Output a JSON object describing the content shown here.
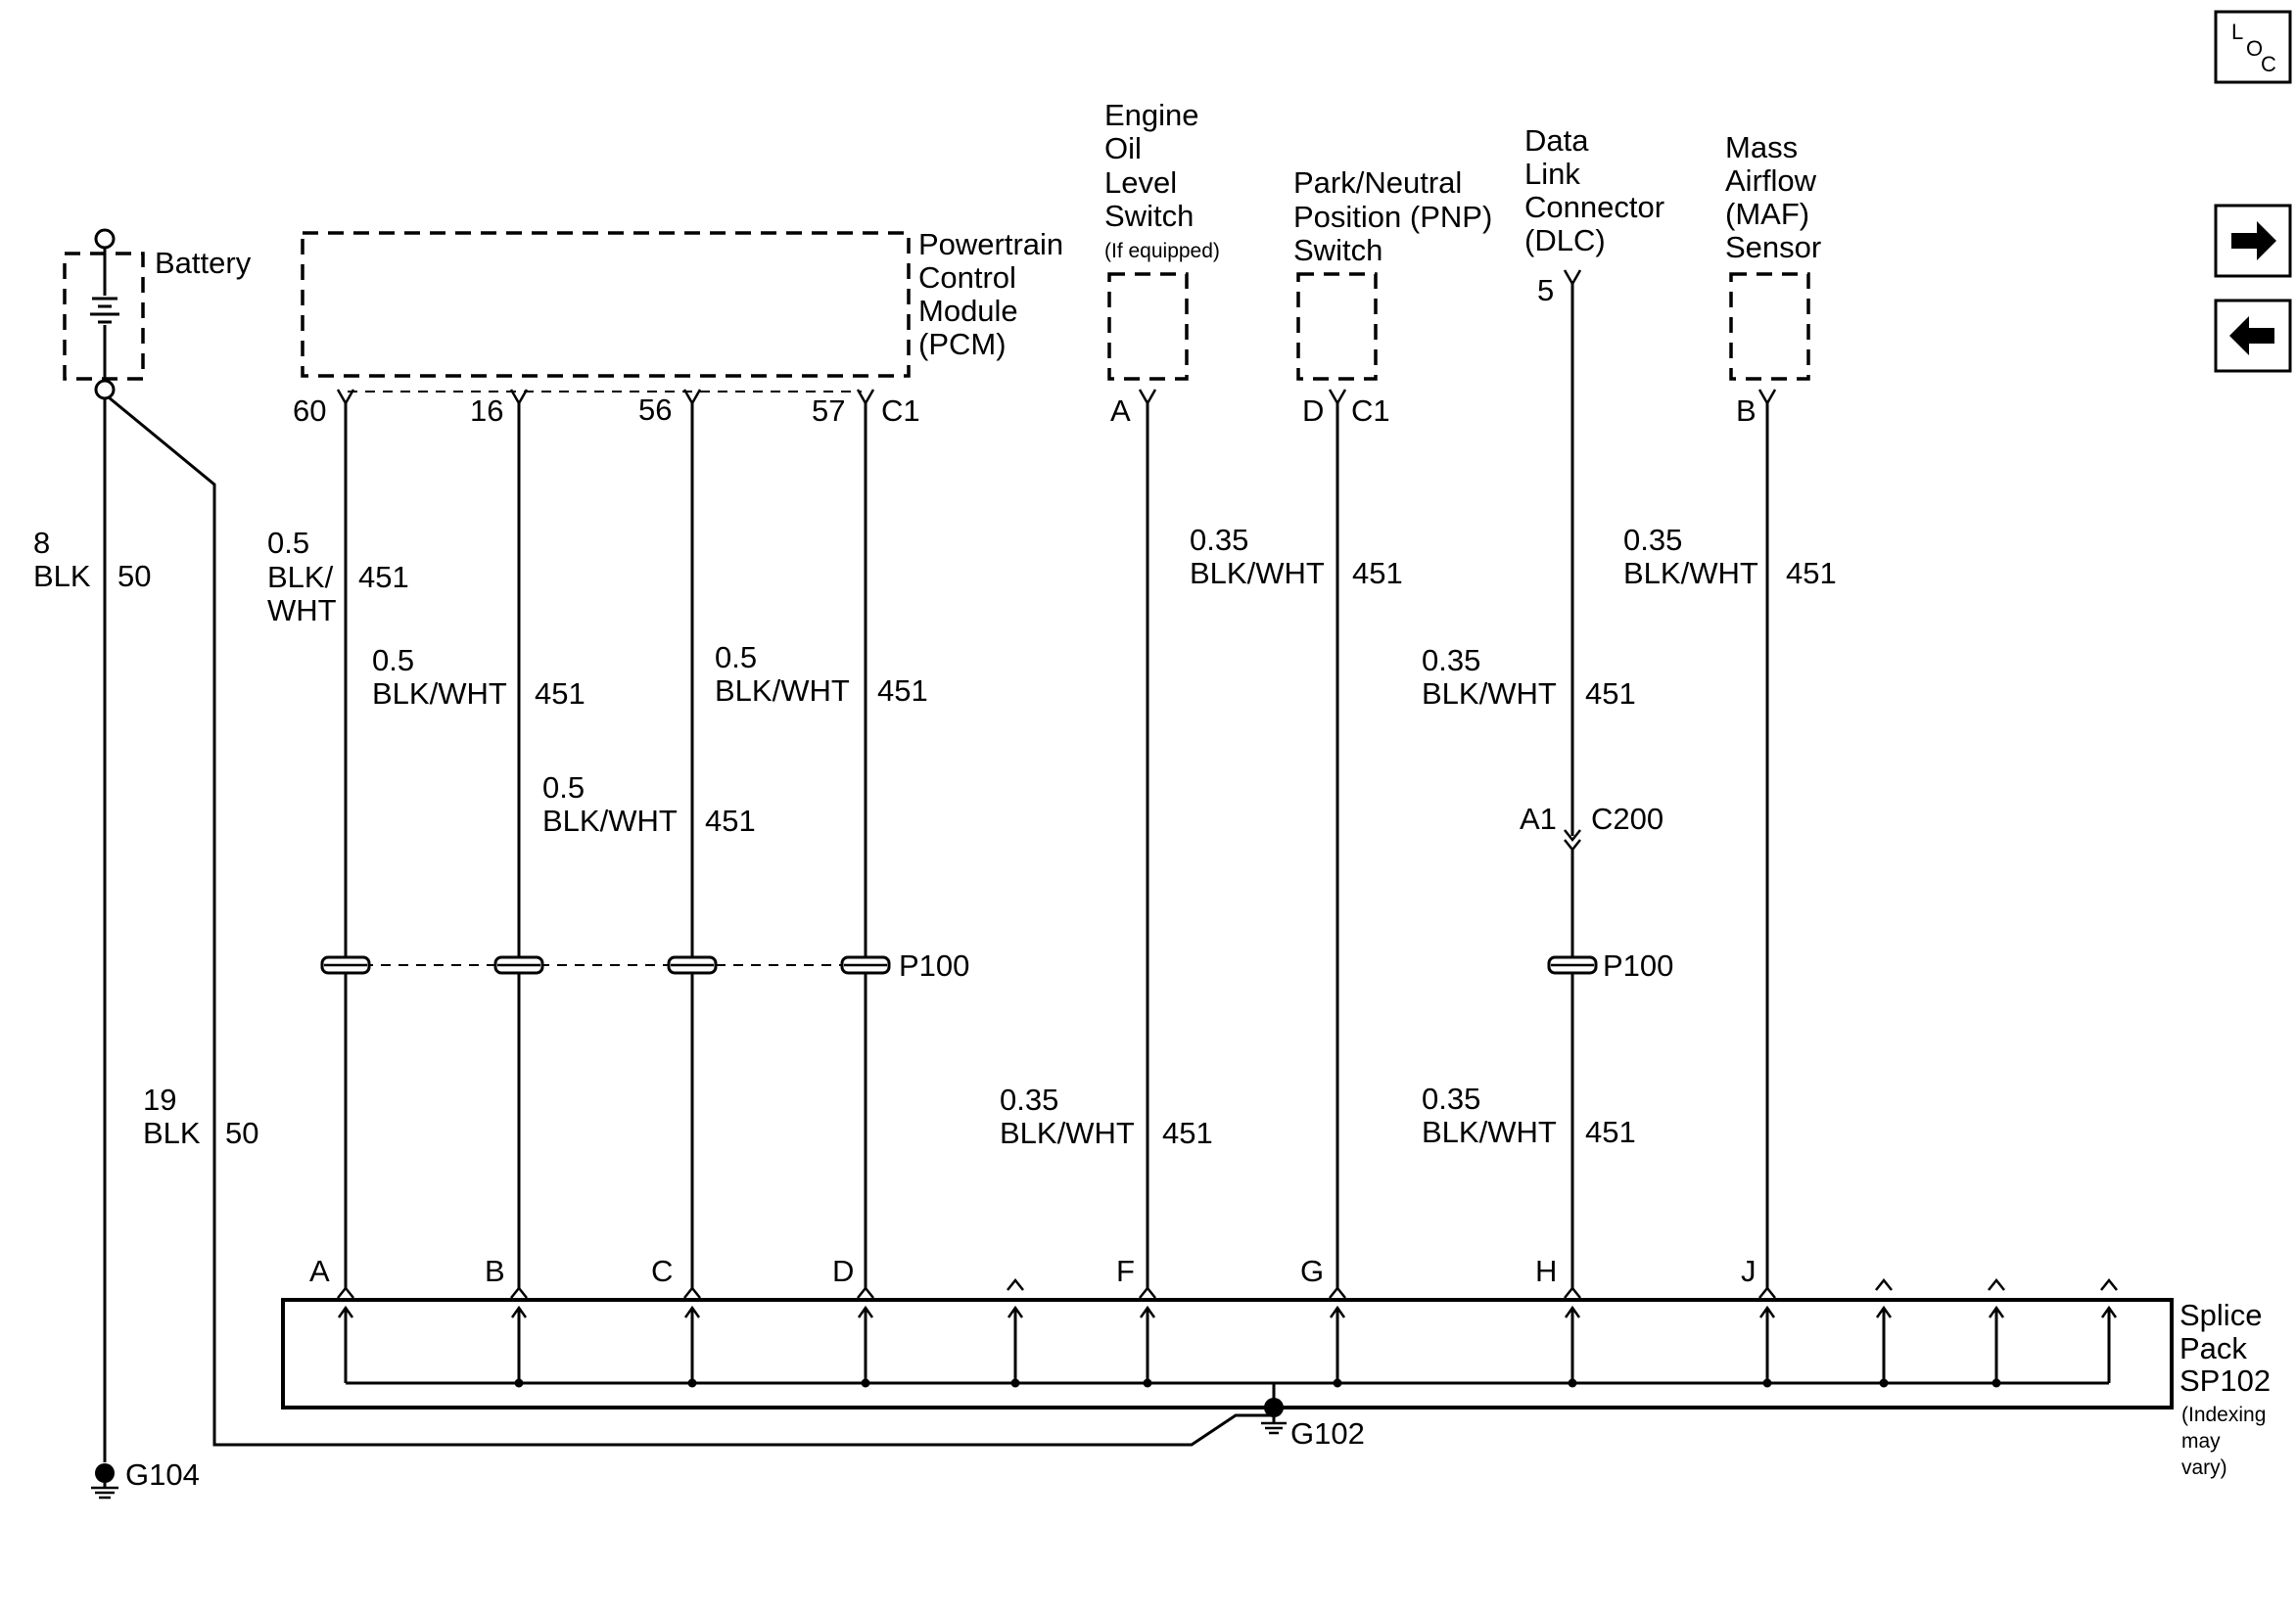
{
  "components": {
    "battery": "Battery",
    "pcm": [
      "Powertrain",
      "Control",
      "Module",
      "(PCM)"
    ],
    "eols": [
      "Engine",
      "Oil",
      "Level",
      "Switch"
    ],
    "eols_note": "(If equipped)",
    "pnp": [
      "Park/Neutral",
      "Position (PNP)",
      "Switch"
    ],
    "dlc": [
      "Data",
      "Link",
      "Connector",
      "(DLC)"
    ],
    "maf": [
      "Mass",
      "Airflow",
      "(MAF)",
      "Sensor"
    ],
    "splice": [
      "Splice",
      "Pack",
      "SP102"
    ],
    "splice_note": [
      "(Indexing",
      "may",
      "vary)"
    ]
  },
  "pins": {
    "pcm_60": "60",
    "pcm_16": "16",
    "pcm_56": "56",
    "pcm_57": "57",
    "pcm_conn": "C1",
    "eols": "A",
    "pnp": "D",
    "pnp_conn": "C1",
    "dlc": "5",
    "maf": "B"
  },
  "wires": {
    "bat_upper": {
      "size": "8",
      "color": "BLK",
      "circuit": "50"
    },
    "bat_lower": {
      "size": "19",
      "color": "BLK",
      "circuit": "50"
    },
    "pcm60": {
      "size": "0.5",
      "color_a": "BLK/",
      "color_b": "WHT",
      "circuit": "451"
    },
    "pcm16": {
      "size": "0.5",
      "color": "BLK/WHT",
      "circuit": "451"
    },
    "pcm56": {
      "size": "0.5",
      "color": "BLK/WHT",
      "circuit": "451"
    },
    "pcm57": {
      "size": "0.5",
      "color": "BLK/WHT",
      "circuit": "451"
    },
    "eols": {
      "size": "0.35",
      "color": "BLK/WHT",
      "circuit": "451"
    },
    "pnp": {
      "size": "0.35",
      "color": "BLK/WHT",
      "circuit": "451"
    },
    "dlc_upper": {
      "size": "0.35",
      "color": "BLK/WHT",
      "circuit": "451"
    },
    "dlc_lower": {
      "size": "0.35",
      "color": "BLK/WHT",
      "circuit": "451"
    },
    "maf": {
      "size": "0.35",
      "color": "BLK/WHT",
      "circuit": "451"
    }
  },
  "connectors": {
    "c200_pin": "A1",
    "c200": "C200",
    "p100_left": "P100",
    "p100_right": "P100"
  },
  "splice_pins": [
    "A",
    "B",
    "C",
    "D",
    "F",
    "G",
    "H",
    "J"
  ],
  "grounds": {
    "g104": "G104",
    "g102": "G102"
  },
  "nav": {
    "loc_l": "L",
    "loc_o": "O",
    "loc_c": "C",
    "next_icon": "arrow-right-icon",
    "prev_icon": "arrow-left-icon"
  }
}
